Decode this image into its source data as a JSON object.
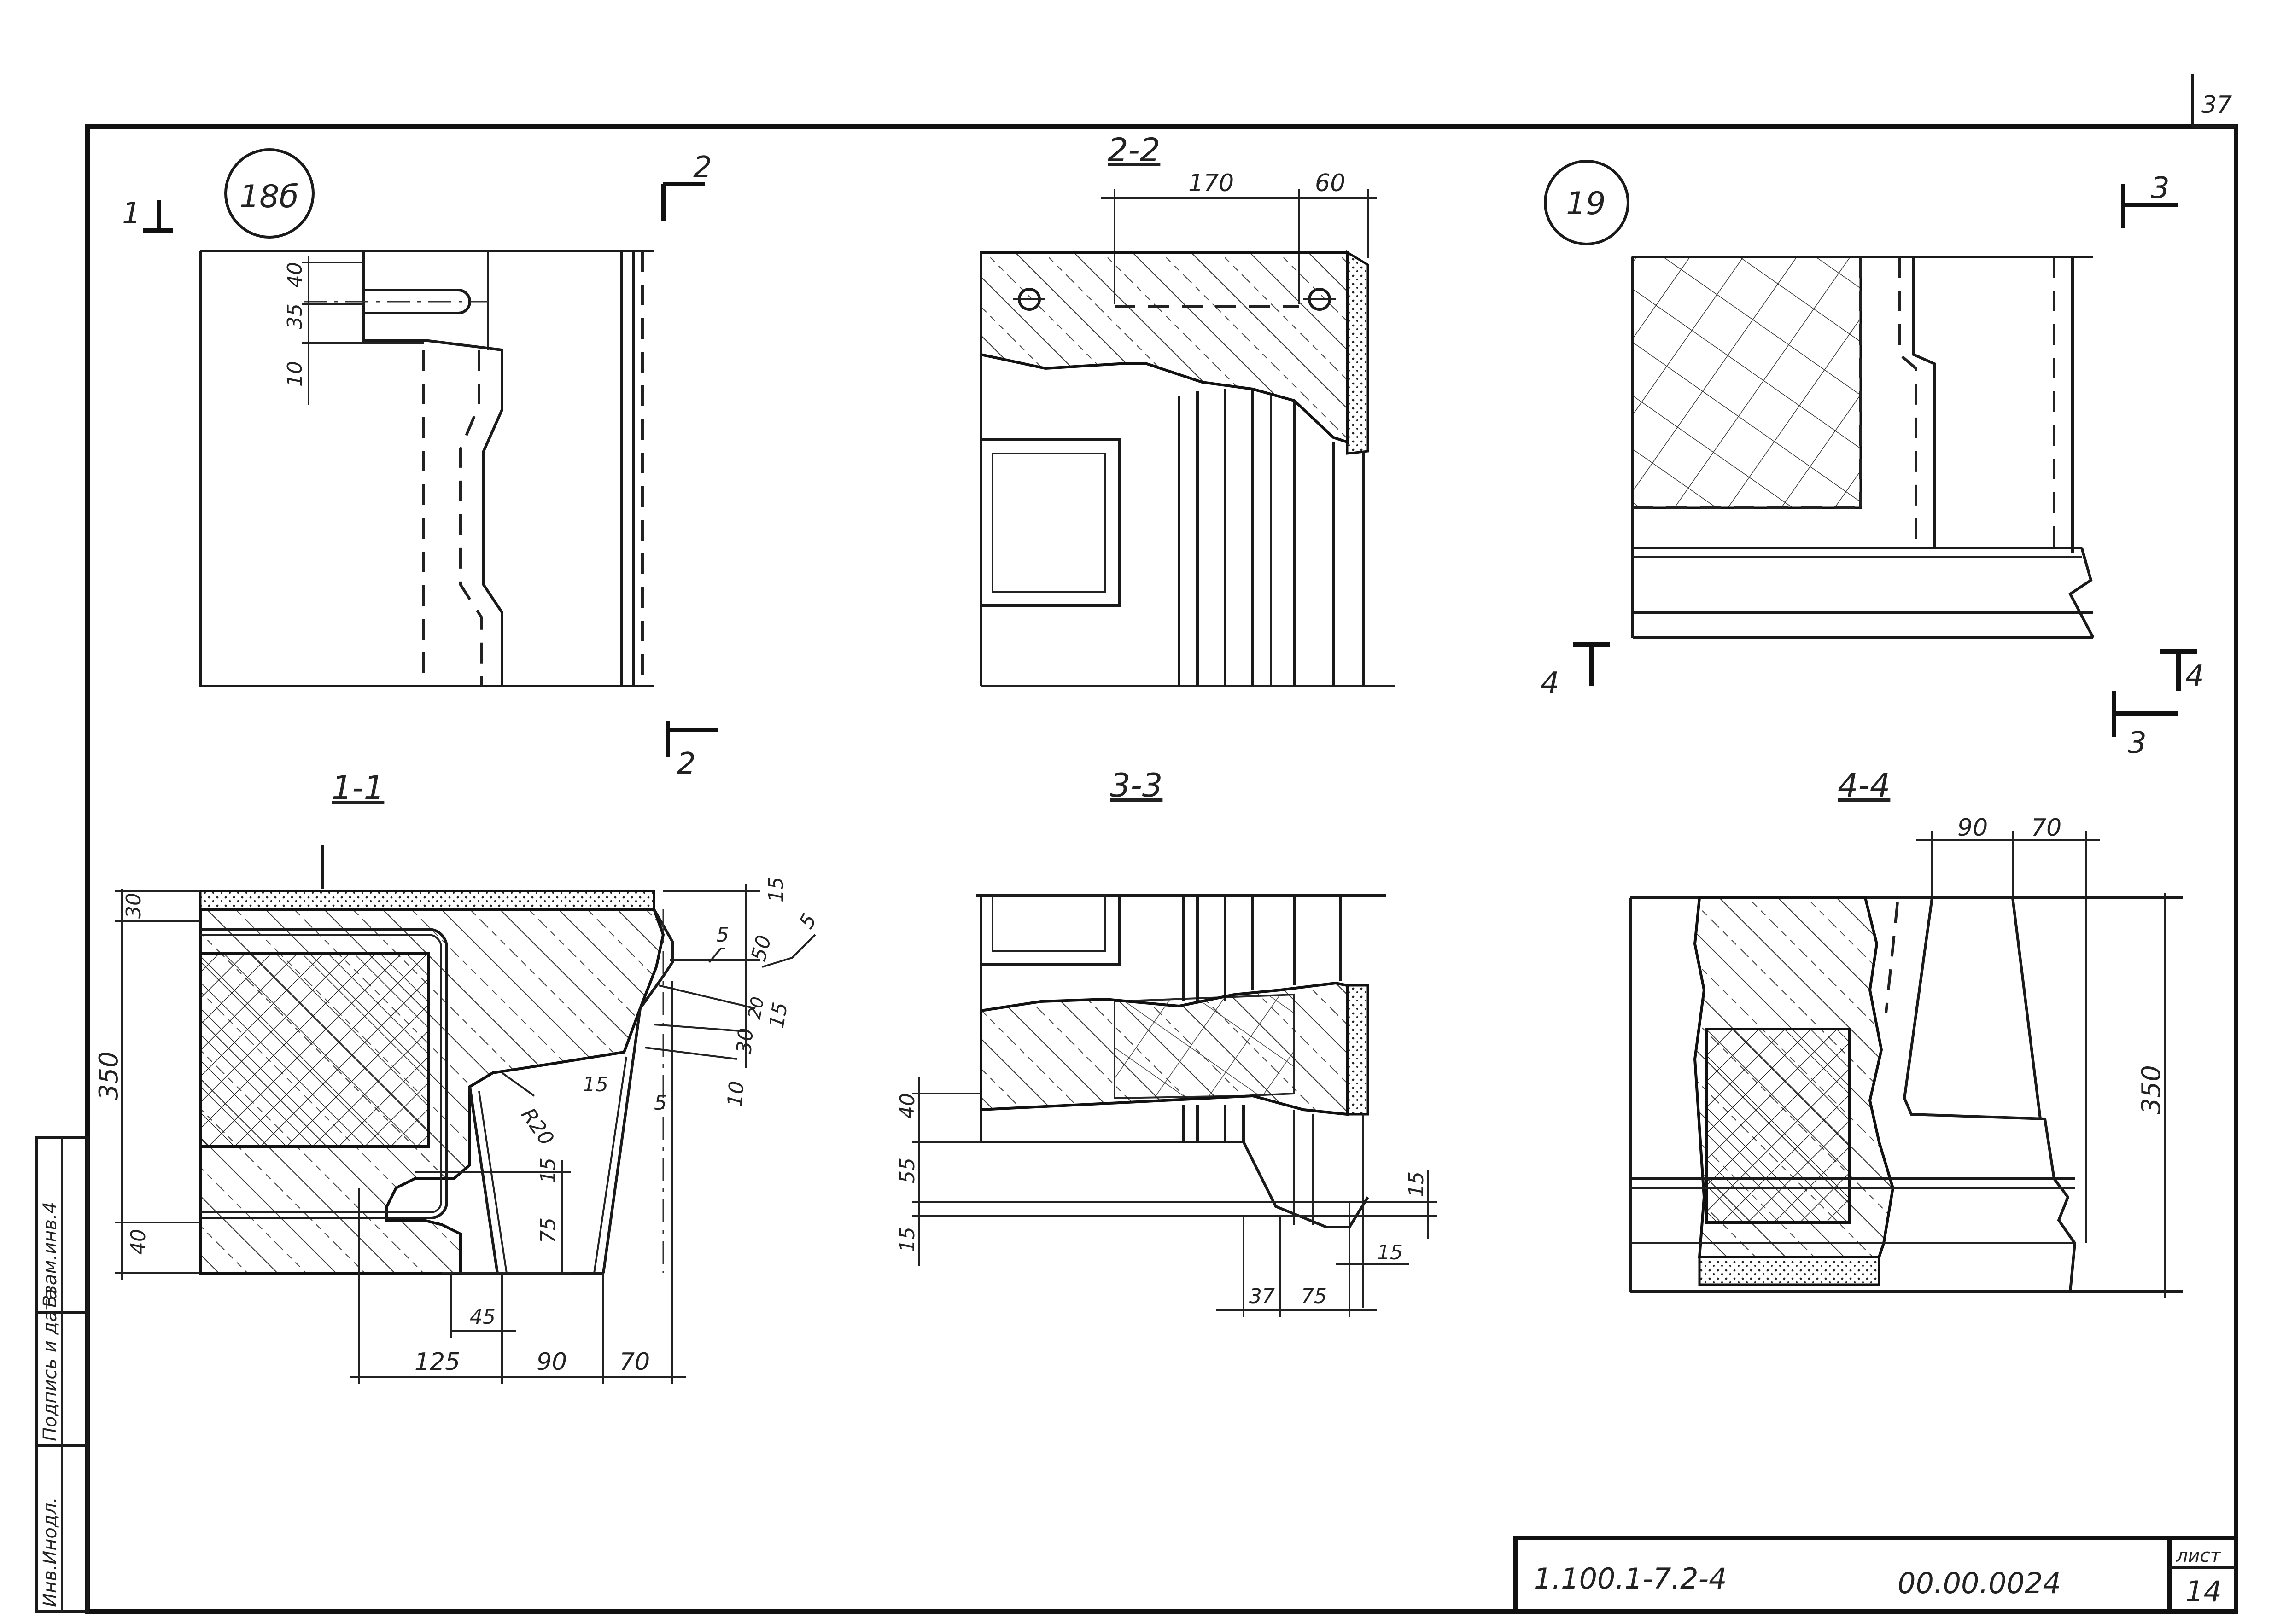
{
  "sheet": {
    "page_number": "37",
    "code": "1.100.1-7.2-4",
    "designation": "00.00.0024",
    "sheet_label": "лист",
    "sheet_number": "14"
  },
  "side_stamp": {
    "inv_podl": "Инв.Инодл.",
    "podpis": "Подпись и дата",
    "vzam": "Взам.инв.4"
  },
  "callouts": {
    "node_18b": "18б",
    "node_19": "19"
  },
  "sections": {
    "s1": "1-1",
    "s2": "2-2",
    "s3": "3-3",
    "s4": "4-4"
  },
  "cut_marks": {
    "c1": "1",
    "c2_top": "2",
    "c2_bot": "2",
    "c3_top": "3",
    "c3_bot": "3",
    "c4_left": "4",
    "c4_right": "4"
  },
  "dims": {
    "v18b_40": "40",
    "v18b_35": "35",
    "v18b_10": "10",
    "s22_170": "170",
    "s22_60": "60",
    "s11_30": "30",
    "s11_350": "350",
    "s11_40": "40",
    "s11_15a": "15",
    "s11_5a": "5",
    "s11_50": "50",
    "s11_5b": "5",
    "s11_20": "20",
    "s11_15b": "15",
    "s11_30b": "30",
    "s11_10": "10",
    "s11_15c": "15",
    "s11_5c": "5",
    "s11_R20": "R20",
    "s11_15d": "15",
    "s11_75": "75",
    "s11_45": "45",
    "s11_125": "125",
    "s11_90": "90",
    "s11_70": "70",
    "s33_40": "40",
    "s33_55": "55",
    "s33_15a": "15",
    "s33_15b": "15",
    "s33_15c": "15",
    "s33_37": "37",
    "s33_75": "75",
    "s44_90": "90",
    "s44_70": "70",
    "s44_350": "350"
  }
}
